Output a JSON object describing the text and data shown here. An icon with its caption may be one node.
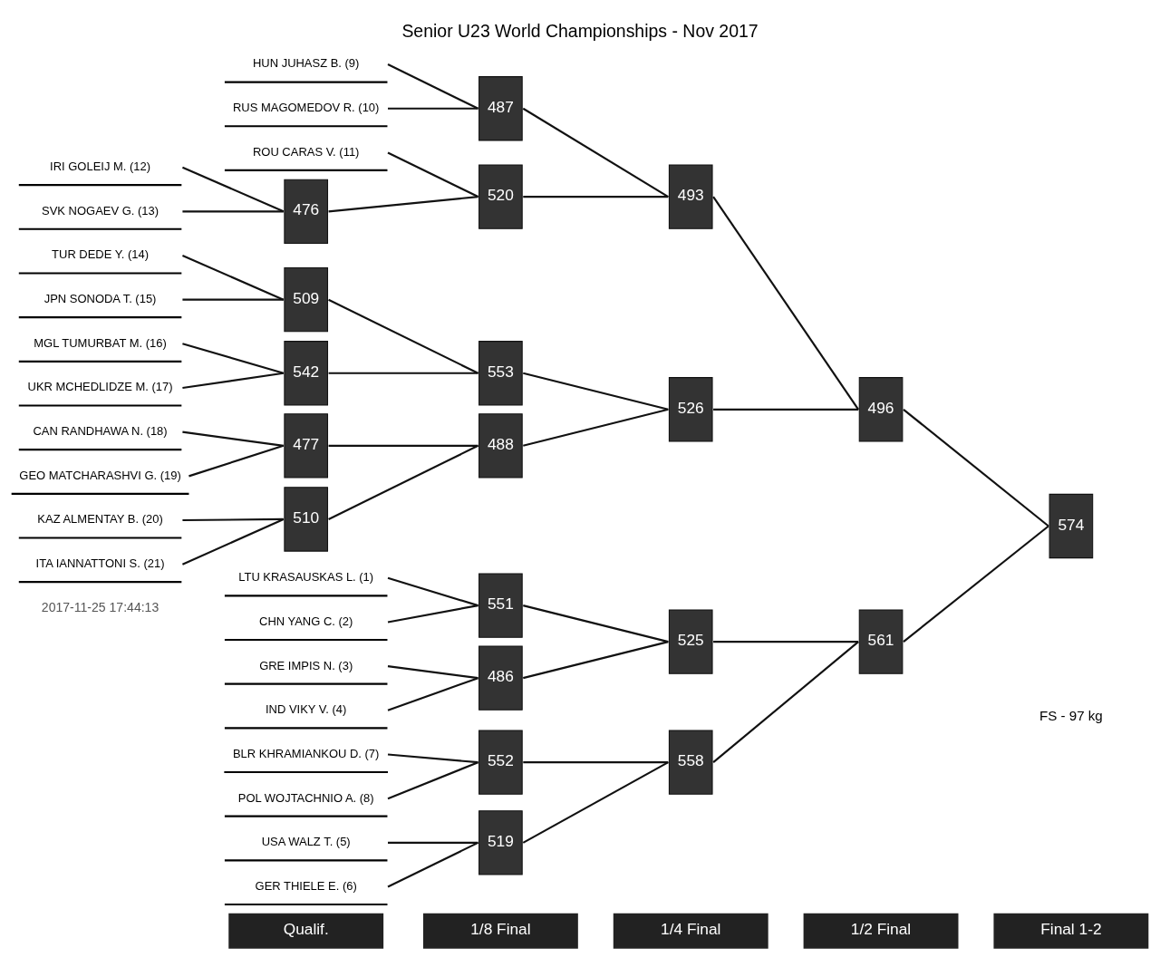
{
  "diagram": {
    "title": "Senior U23 World Championships - Nov 2017",
    "nodes": [
      {
        "text": [
          "LTU KRASAUSKAS L. (1)"
        ]
      },
      {
        "text": [
          "CHN YANG C. (2)"
        ]
      },
      {
        "text": [
          "GRE IMPIS N. (3)"
        ]
      },
      {
        "text": [
          "IND VIKY V. (4)"
        ]
      },
      {
        "text": [
          "USA WALZ T. (5)"
        ]
      },
      {
        "text": [
          "GER THIELE E. (6)"
        ]
      },
      {
        "text": [
          "BLR KHRAMIANKOU D. (7)"
        ]
      },
      {
        "text": [
          "POL WOJTACHNIO A. (8)"
        ]
      },
      {
        "text": [
          "HUN JUHASZ B. (9)"
        ]
      },
      {
        "text": [
          "RUS MAGOMEDOV R. (10)"
        ]
      },
      {
        "text": [
          "ROU CARAS V. (11)"
        ]
      },
      {
        "text": [
          "IRI GOLEIJ M. (12)"
        ]
      },
      {
        "text": [
          "SVK NOGAEV G. (13)"
        ]
      },
      {
        "text": [
          "TUR DEDE Y. (14)"
        ]
      },
      {
        "text": [
          "JPN SONODA T. (15)"
        ]
      },
      {
        "text": [
          "MGL TUMURBAT M. (16)"
        ]
      },
      {
        "text": [
          "UKR MCHEDLIDZE M. (17)"
        ]
      },
      {
        "text": [
          "CAN RANDHAWA N. (18)"
        ]
      },
      {
        "text": [
          "GEO MATCHARASHVI G. (19)"
        ]
      },
      {
        "text": [
          "KAZ ALMENTAY B. (20)"
        ]
      },
      {
        "text": [
          "ITA IANNATTONI S. (21)"
        ]
      },
      {
        "text": [
          "476"
        ]
      },
      {
        "text": [
          "509"
        ]
      },
      {
        "text": [
          "542"
        ]
      },
      {
        "text": [
          "477"
        ]
      },
      {
        "text": [
          "510"
        ]
      },
      {
        "text": [
          "551"
        ]
      },
      {
        "text": [
          "486"
        ]
      },
      {
        "text": [
          "519"
        ]
      },
      {
        "text": [
          "552"
        ]
      },
      {
        "text": [
          "487"
        ]
      },
      {
        "text": [
          "520"
        ]
      },
      {
        "text": [
          "553"
        ]
      },
      {
        "text": [
          "488"
        ]
      },
      {
        "text": [
          "525"
        ]
      },
      {
        "text": [
          "558"
        ]
      },
      {
        "text": [
          "493"
        ]
      },
      {
        "text": [
          "526"
        ]
      },
      {
        "text": [
          "561"
        ]
      },
      {
        "text": [
          "496"
        ]
      },
      {
        "text": [
          "574"
        ]
      }
    ],
    "edges": [
      {
        "from": 11,
        "to": 21,
        "arrow": "none"
      },
      {
        "from": 12,
        "to": 21,
        "arrow": "none"
      },
      {
        "from": 13,
        "to": 22,
        "arrow": "none"
      },
      {
        "from": 14,
        "to": 22,
        "arrow": "none"
      },
      {
        "from": 15,
        "to": 23,
        "arrow": "none"
      },
      {
        "from": 16,
        "to": 23,
        "arrow": "none"
      },
      {
        "from": 17,
        "to": 24,
        "arrow": "none"
      },
      {
        "from": 18,
        "to": 24,
        "arrow": "none"
      },
      {
        "from": 19,
        "to": 25,
        "arrow": "none"
      },
      {
        "from": 20,
        "to": 25,
        "arrow": "none"
      },
      {
        "from": 0,
        "to": 26,
        "arrow": "none"
      },
      {
        "from": 1,
        "to": 26,
        "arrow": "none"
      },
      {
        "from": 2,
        "to": 27,
        "arrow": "none"
      },
      {
        "from": 3,
        "to": 27,
        "arrow": "none"
      },
      {
        "from": 4,
        "to": 28,
        "arrow": "none"
      },
      {
        "from": 5,
        "to": 28,
        "arrow": "none"
      },
      {
        "from": 6,
        "to": 29,
        "arrow": "none"
      },
      {
        "from": 7,
        "to": 29,
        "arrow": "none"
      },
      {
        "from": 8,
        "to": 30,
        "arrow": "none"
      },
      {
        "from": 9,
        "to": 30,
        "arrow": "none"
      },
      {
        "from": 10,
        "to": 31,
        "arrow": "none"
      },
      {
        "from": 21,
        "to": 31,
        "arrow": "none"
      },
      {
        "from": 22,
        "to": 32,
        "arrow": "none"
      },
      {
        "from": 23,
        "to": 32,
        "arrow": "none"
      },
      {
        "from": 24,
        "to": 33,
        "arrow": "none"
      },
      {
        "from": 25,
        "to": 33,
        "arrow": "none"
      },
      {
        "from": 26,
        "to": 34,
        "arrow": "none"
      },
      {
        "from": 27,
        "to": 34,
        "arrow": "none"
      },
      {
        "from": 28,
        "to": 35,
        "arrow": "none"
      },
      {
        "from": 29,
        "to": 35,
        "arrow": "none"
      },
      {
        "from": 30,
        "to": 36,
        "arrow": "none"
      },
      {
        "from": 31,
        "to": 36,
        "arrow": "none"
      },
      {
        "from": 32,
        "to": 37,
        "arrow": "none"
      },
      {
        "from": 33,
        "to": 37,
        "arrow": "none"
      },
      {
        "from": 34,
        "to": 38,
        "arrow": "none"
      },
      {
        "from": 35,
        "to": 38,
        "arrow": "none"
      },
      {
        "from": 36,
        "to": 39,
        "arrow": "none"
      },
      {
        "from": 37,
        "to": 39,
        "arrow": "none"
      },
      {
        "from": 38,
        "to": 40,
        "arrow": "none"
      },
      {
        "from": 39,
        "to": 40,
        "arrow": "none"
      }
    ],
    "labels": [
      "2017-11-25 17:44:13",
      "FS - 97 kg",
      "Qualif.",
      "1/8 Final",
      "1/4 Final",
      "1/2 Final",
      "Final 1-2"
    ]
  }
}
